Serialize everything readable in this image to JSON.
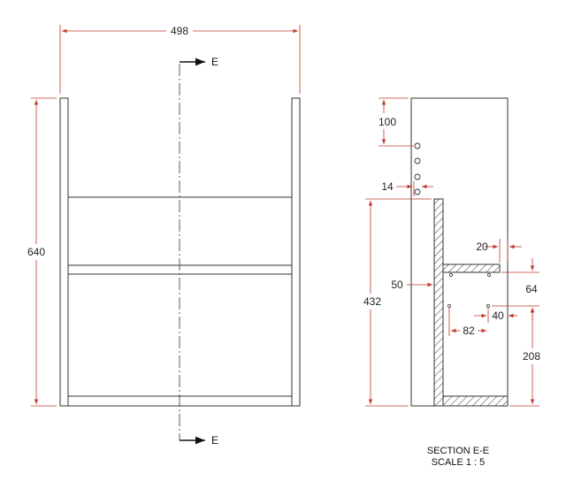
{
  "colors": {
    "dimension_line": "#c0392b",
    "outline": "#333333",
    "hatch": "#555555",
    "text": "#222222",
    "background": "#ffffff"
  },
  "front_view": {
    "width_label": "498",
    "height_label": "640",
    "section_top_label": "E",
    "section_bottom_label": "E"
  },
  "section_view": {
    "dims": {
      "d100": "100",
      "d14": "14",
      "d432": "432",
      "d50": "50",
      "d20": "20",
      "d64": "64",
      "d40": "40",
      "d82": "82",
      "d208": "208"
    },
    "title": "SECTION E-E",
    "scale": "SCALE 1 : 5"
  }
}
